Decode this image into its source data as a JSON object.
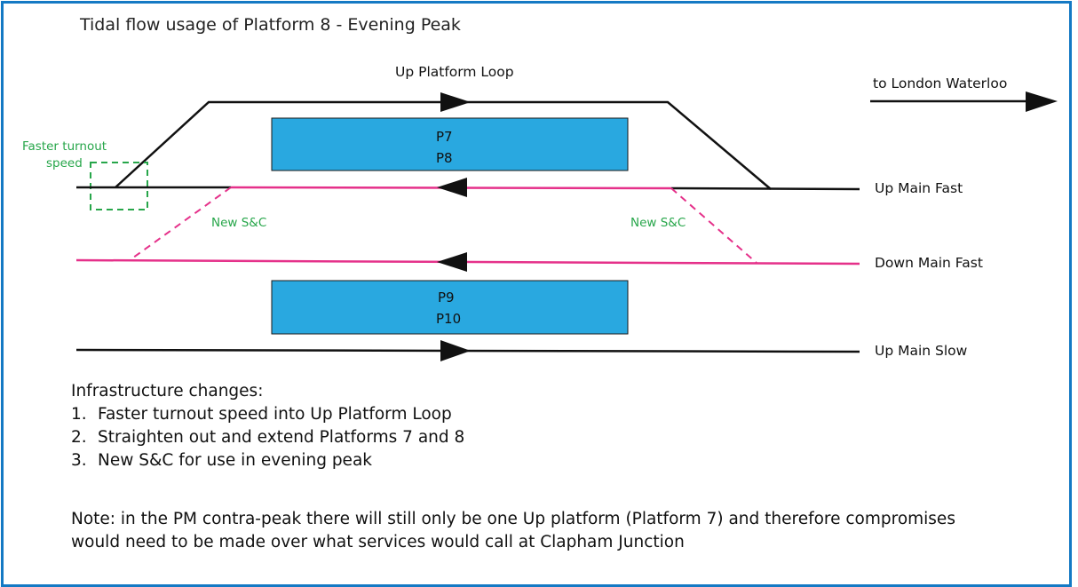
{
  "title": "Tidal flow usage of Platform 8 - Evening Peak",
  "diagram": {
    "loop_label": "Up Platform Loop",
    "direction_label": "to London Waterloo",
    "turnout_label_line1": "Faster turnout",
    "turnout_label_line2": "speed",
    "new_sc_left": "New S&C",
    "new_sc_right": "New S&C",
    "platforms": {
      "upper": [
        "P7",
        "P8"
      ],
      "lower": [
        "P9",
        "P10"
      ]
    },
    "track_labels": {
      "up_main_fast": "Up Main Fast",
      "down_main_fast": "Down Main Fast",
      "up_main_slow": "Up Main Slow"
    },
    "colors": {
      "platform": "#29a8e0",
      "new_track": "#e5318a",
      "turnout_box": "#27a64a",
      "frame": "#1479c4"
    }
  },
  "infrastructure": {
    "heading": "Infrastructure changes:",
    "items": [
      {
        "num": "1.",
        "text": "Faster turnout speed into Up Platform Loop"
      },
      {
        "num": "2.",
        "text": "Straighten out and extend Platforms 7 and 8"
      },
      {
        "num": "3.",
        "text": "New S&C for use in evening peak"
      }
    ]
  },
  "note": {
    "line1": "Note: in the PM contra-peak there will still only be one Up platform (Platform 7) and therefore compromises",
    "line2": "would need to be made over what services would call at Clapham Junction"
  }
}
